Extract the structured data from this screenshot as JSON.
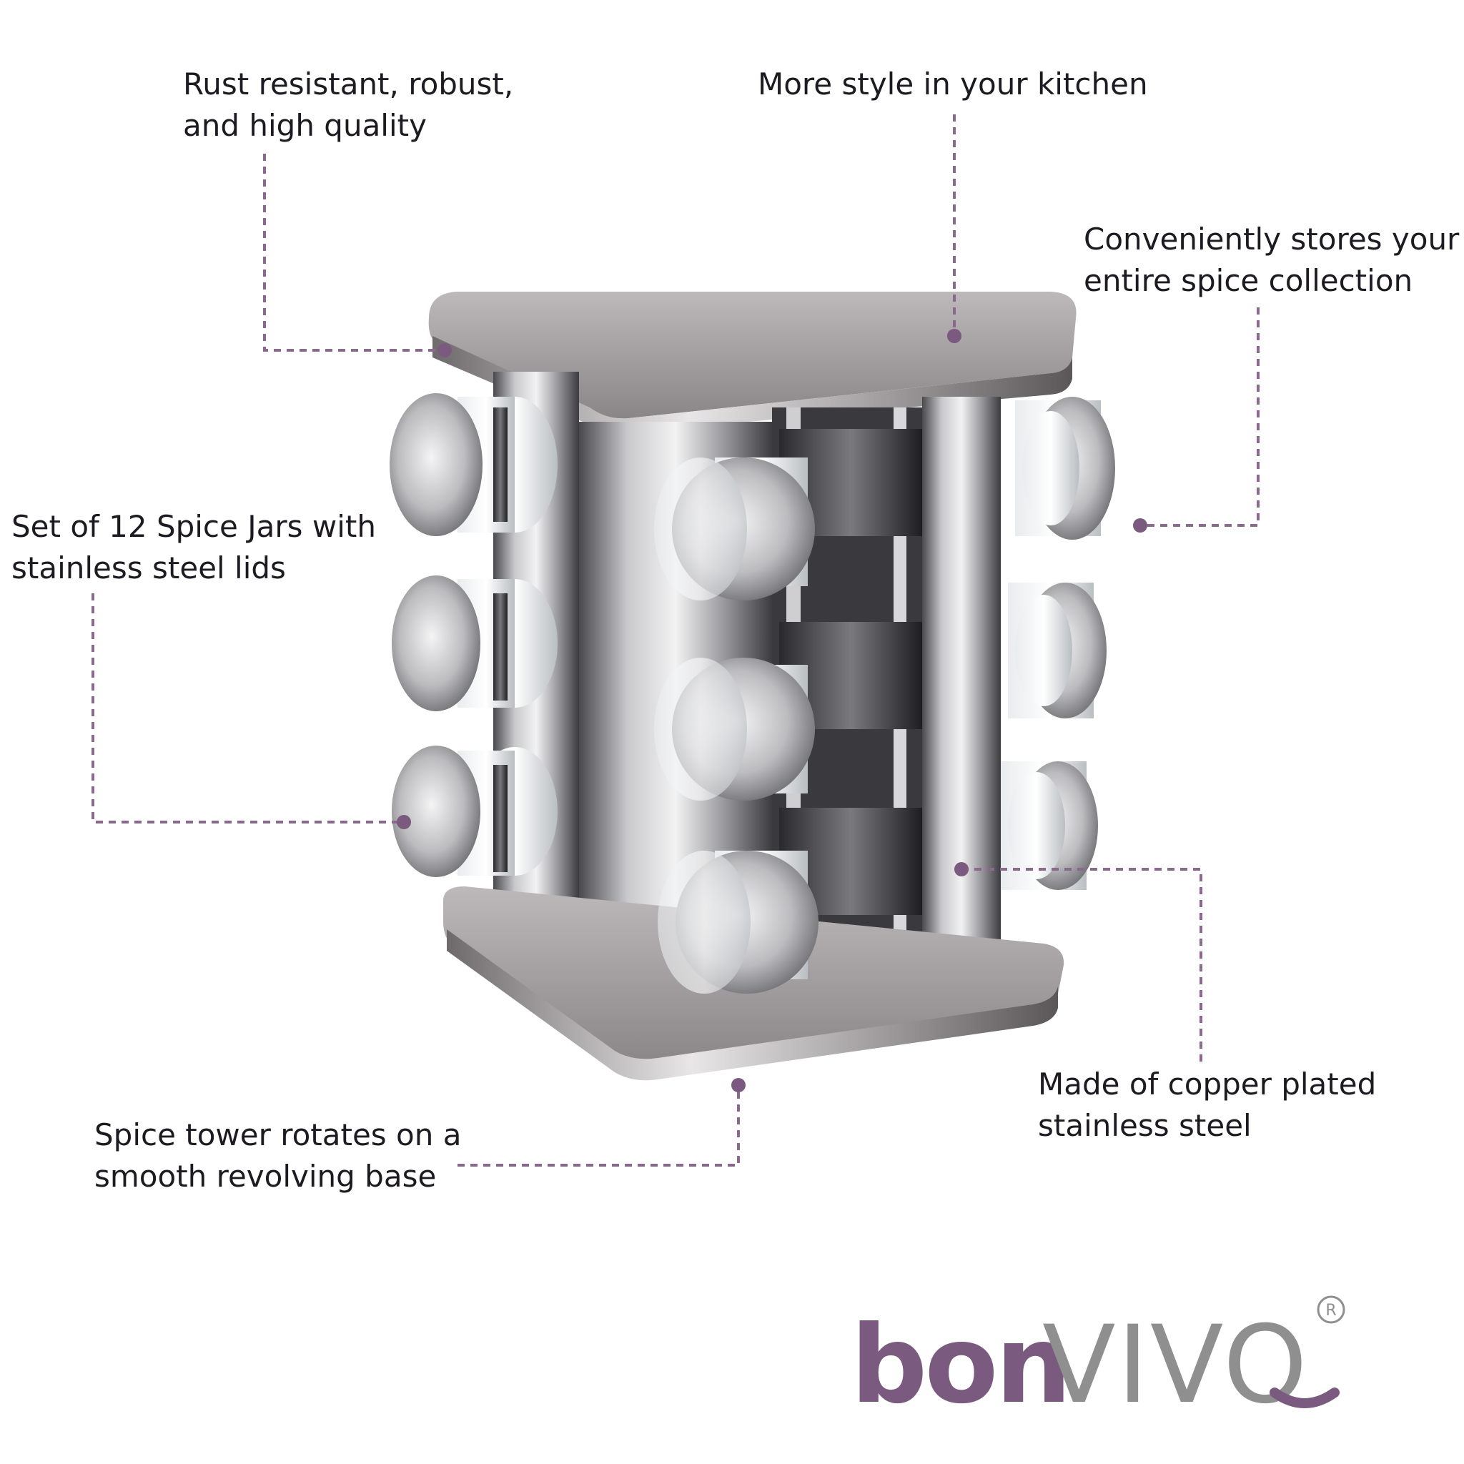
{
  "callouts": {
    "rust": [
      "Rust resistant, robust,",
      "and high quality"
    ],
    "style": [
      "More style in your kitchen"
    ],
    "stores": [
      "Conveniently stores your",
      "entire spice collection"
    ],
    "jars": [
      "Set of 12 Spice Jars with",
      "stainless steel lids"
    ],
    "copper": [
      "Made of copper plated",
      "stainless steel"
    ],
    "rotates": [
      "Spice tower rotates on a",
      "smooth revolving base"
    ]
  },
  "logo": {
    "bon": "bon",
    "vivo": "VIVO",
    "registered": "R"
  },
  "colors": {
    "accent": "#7b5a7f",
    "callout_line": "#8a6a8c",
    "logo_gray": "#8f8f8f",
    "text": "#1e1a22"
  }
}
